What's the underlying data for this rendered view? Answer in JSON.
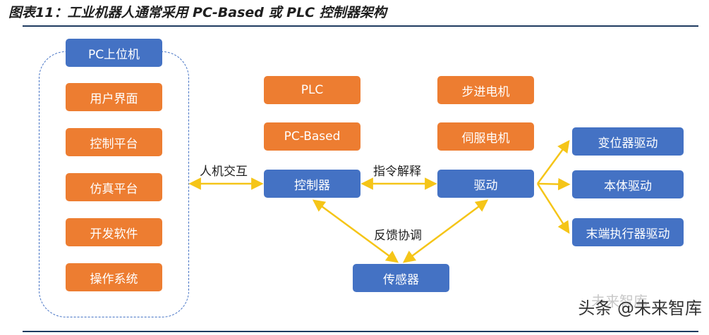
{
  "title": "图表11：工业机器人通常采用 PC-Based 或 PLC 控制器架构",
  "left_group": {
    "header": "PC上位机",
    "items": [
      "用户界面",
      "控制平台",
      "仿真平台",
      "开发软件",
      "操作系统"
    ]
  },
  "nodes": {
    "plc": "PLC",
    "pc_based": "PC-Based",
    "controller": "控制器",
    "stepper_motor": "步进电机",
    "servo_motor": "伺服电机",
    "drive": "驱动",
    "sensor": "传感器",
    "positioner_drive": "变位器驱动",
    "body_drive": "本体驱动",
    "end_effector_drive": "末端执行器驱动"
  },
  "edge_labels": {
    "hmi": "人机交互",
    "instruction_parsing": "指令解释",
    "feedback_coordination": "反馈协调"
  },
  "colors": {
    "blue": "#4472c4",
    "orange": "#ed7d31",
    "arrow": "#f5c518"
  },
  "watermark": {
    "faint": "未来智库",
    "main": "头条 @未来智库"
  }
}
